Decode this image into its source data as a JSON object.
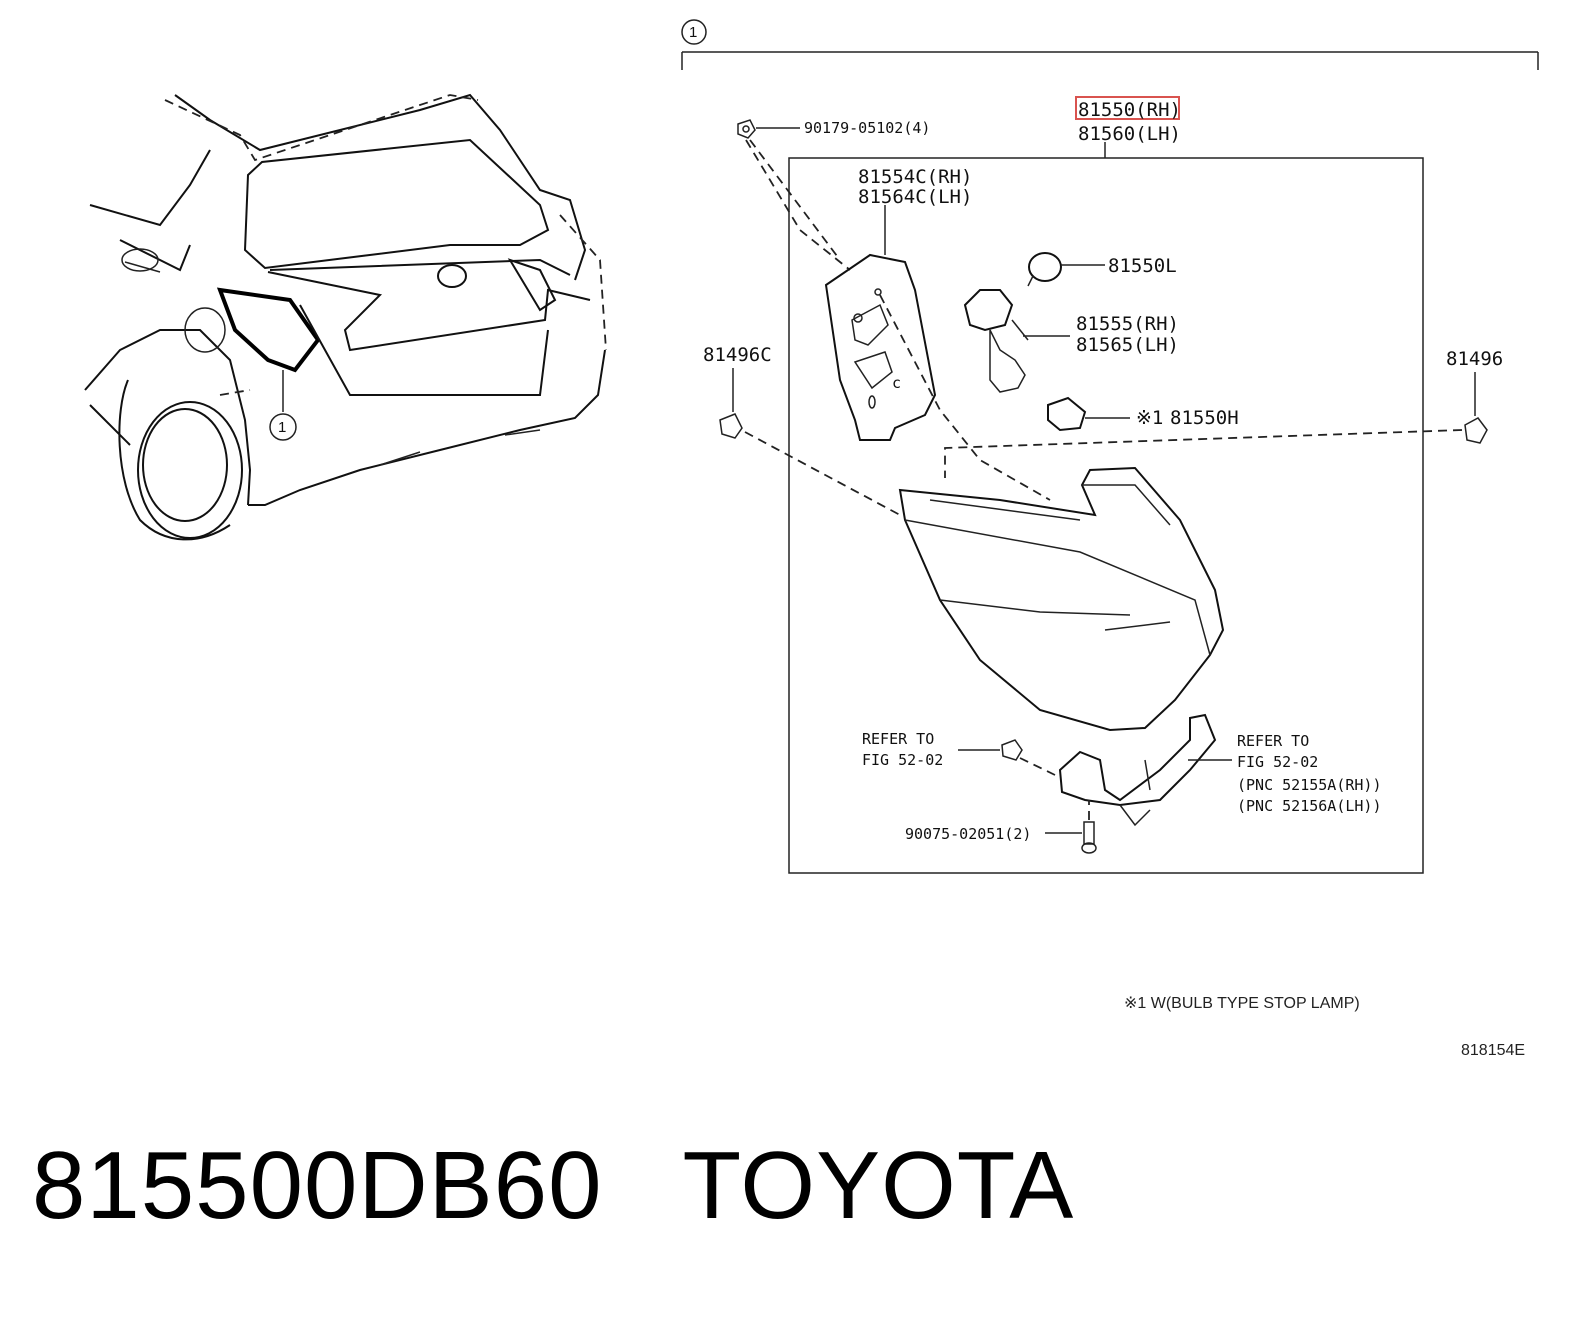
{
  "diagram": {
    "callout_circle": "1",
    "highlight_color": "#d9534f",
    "labels": {
      "p_clip_90179": "90179-05102(4)",
      "p_81550_rh": "81550(RH)",
      "p_81560_lh": "81560(LH)",
      "p_81554c_rh": "81554C(RH)",
      "p_81564c_lh": "81564C(LH)",
      "p_81550l": "81550L",
      "p_81555_rh": "81555(RH)",
      "p_81565_lh": "81565(LH)",
      "p_81496c": "81496C",
      "p_81496": "81496",
      "p_81550h_prefix": "※1",
      "p_81550h": "81550H",
      "refer_left_1": "REFER TO",
      "refer_left_2": "FIG 52-02",
      "refer_right_1": "REFER TO",
      "refer_right_2": "FIG 52-02",
      "pnc_rh": "(PNC 52155A(RH))",
      "pnc_lh": "(PNC 52156A(LH))",
      "p_screw_90075": "90075-02051(2)"
    },
    "footnote": "※1 W(BULB TYPE STOP LAMP)",
    "figure_code": "818154E"
  },
  "footer": {
    "part_number": "815500DB60",
    "brand": "TOYOTA"
  }
}
